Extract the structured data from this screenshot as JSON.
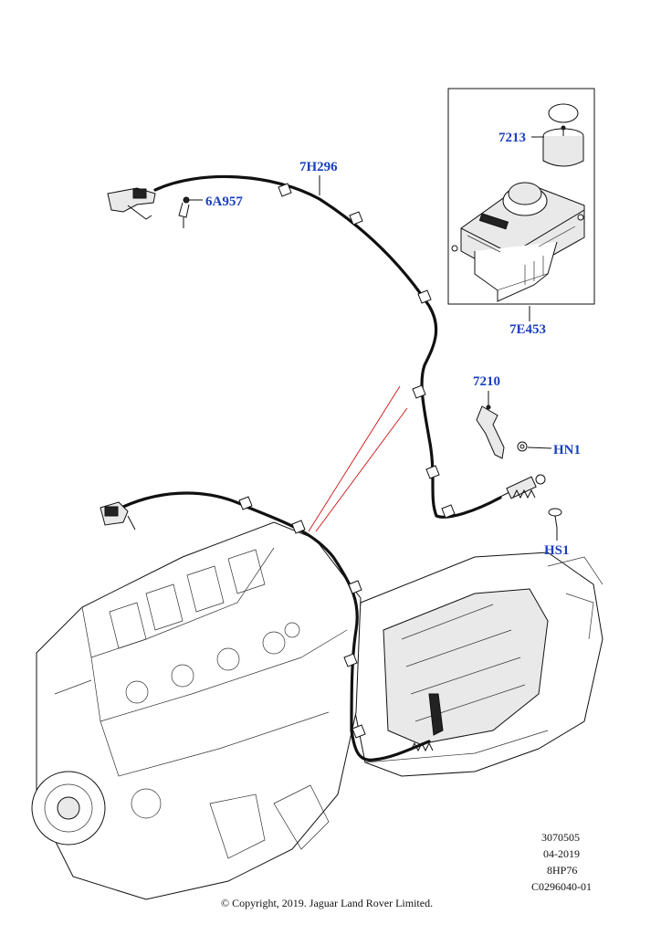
{
  "callouts": {
    "c7213": "7213",
    "c7H296": "7H296",
    "c6A957": "6A957",
    "c7E453": "7E453",
    "c7210": "7210",
    "cHN1": "HN1",
    "cHS1": "HS1"
  },
  "meta": {
    "line1": "3070505",
    "line2": "04-2019",
    "line3": "8HP76",
    "line4": "C0296040-01"
  },
  "copyright": "© Copyright, 2019. Jaguar Land Rover Limited.",
  "colors": {
    "callout": "#1a3fbf",
    "leader_red": "#d01010"
  }
}
